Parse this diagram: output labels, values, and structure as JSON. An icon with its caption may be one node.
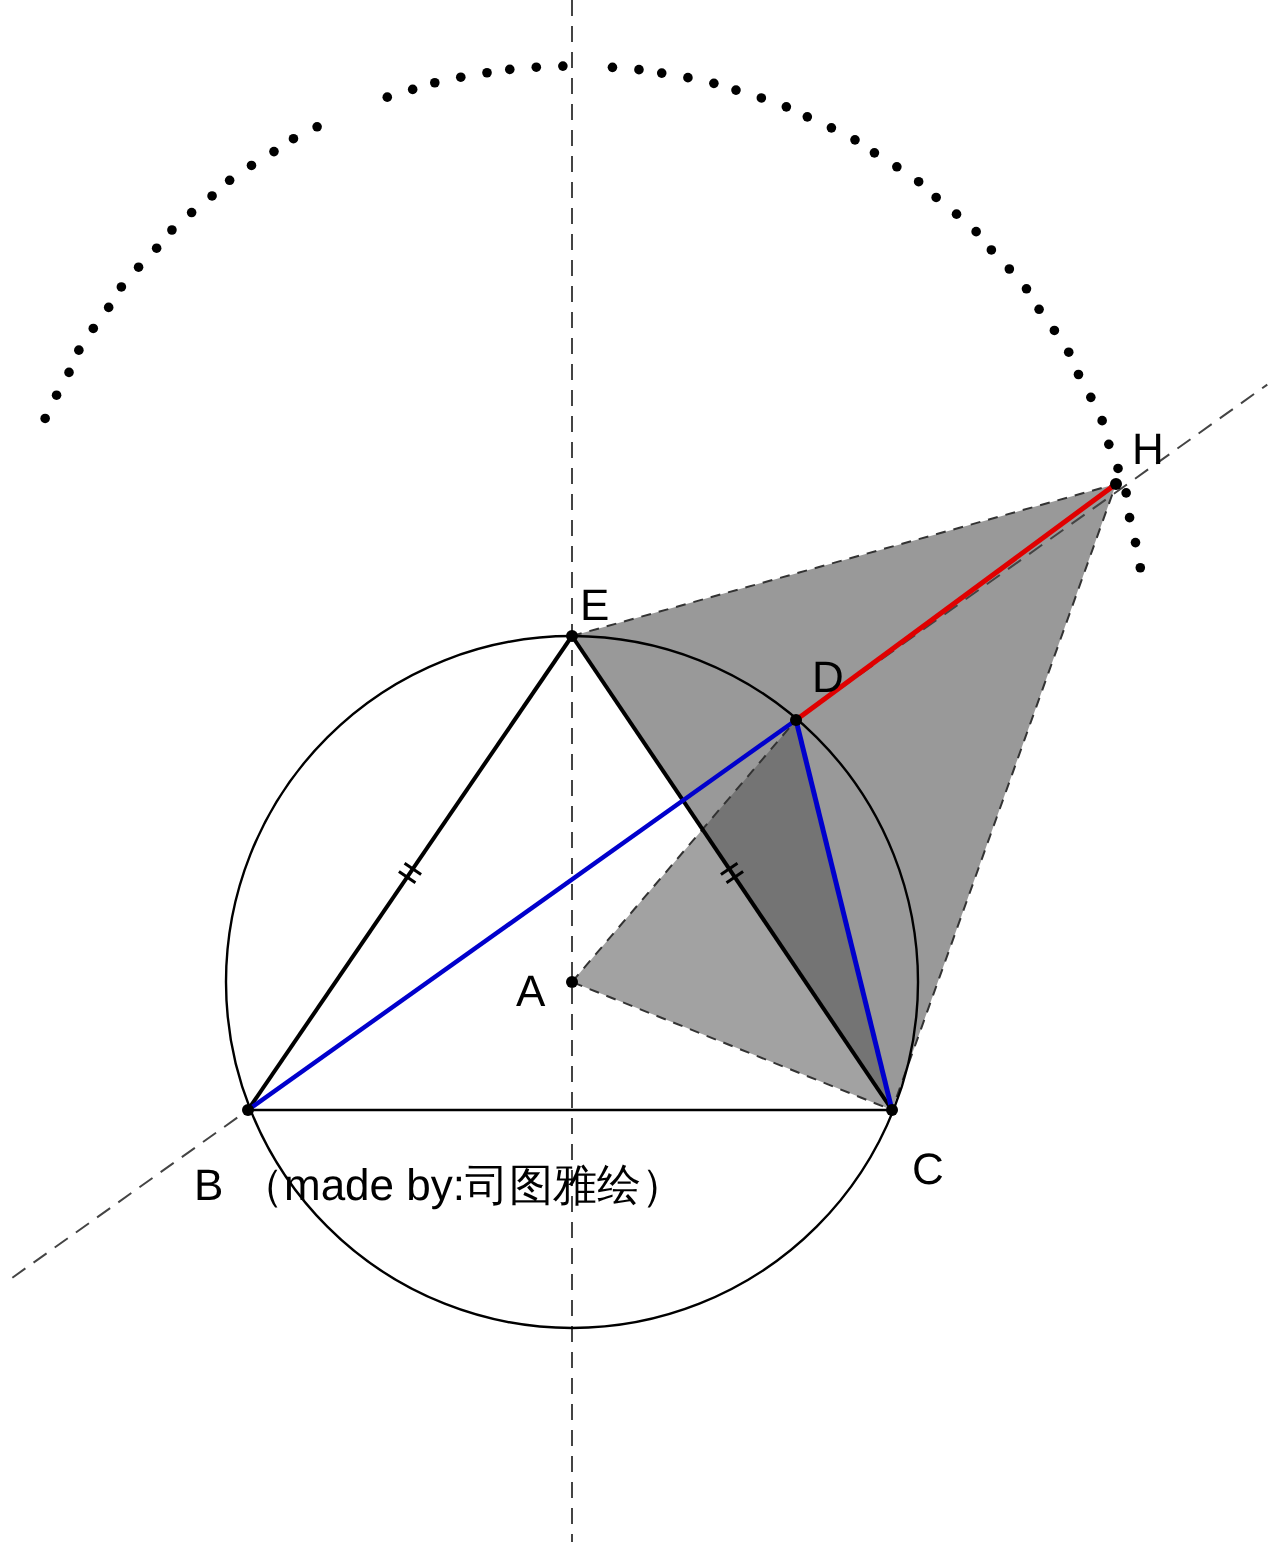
{
  "diagram": {
    "labels": [
      "H",
      "E",
      "D",
      "A",
      "B",
      "（made by:司图雅绘）",
      "C"
    ]
  }
}
